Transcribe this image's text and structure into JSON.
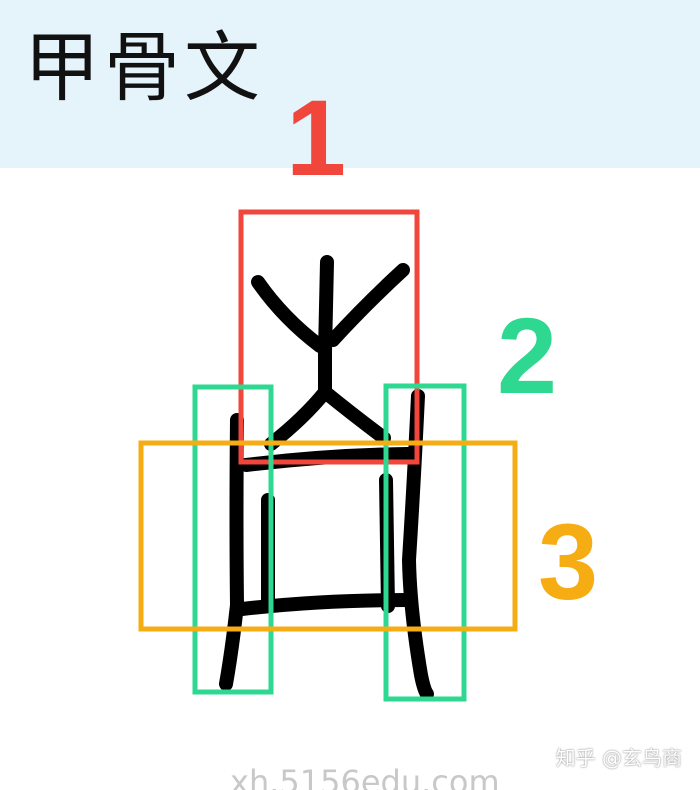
{
  "title": "甲骨文",
  "regions": [
    {
      "number": "1",
      "color": "#f0463c"
    },
    {
      "number": "2",
      "color": "#2ed890"
    },
    {
      "number": "3",
      "color": "#f6ad14"
    }
  ],
  "glyph": {
    "ink_color": "#000000"
  },
  "watermark": "知乎 @玄鸟商",
  "source_mark": "xh.5156edu.com",
  "header_color": "#e5f3fa"
}
